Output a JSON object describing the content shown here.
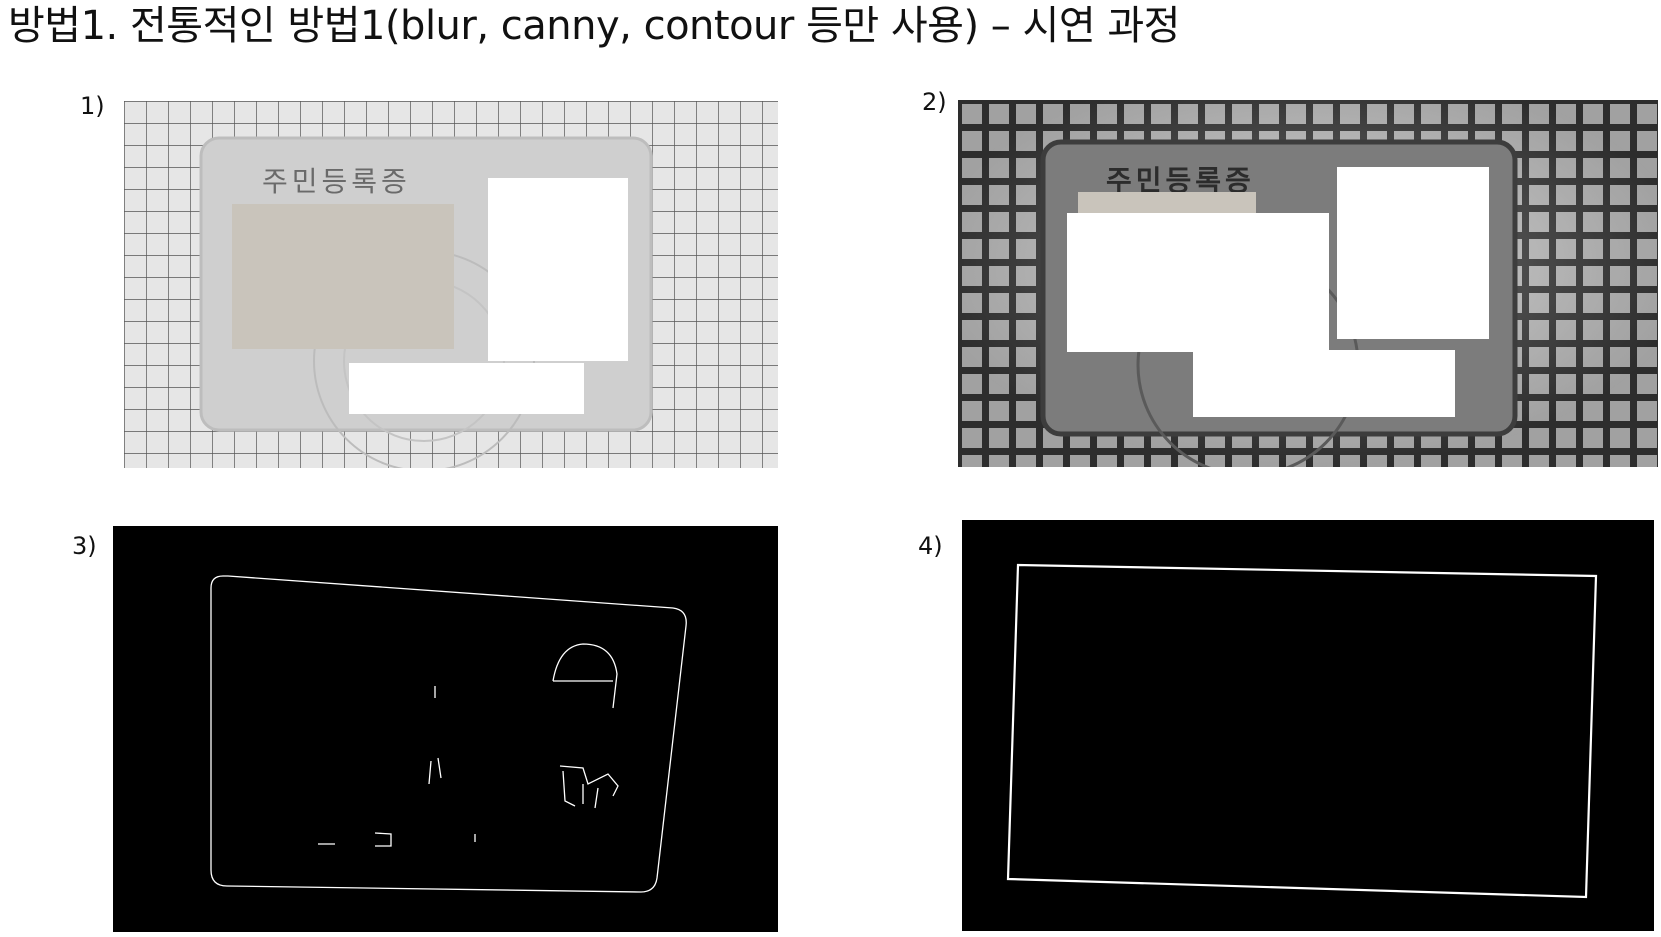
{
  "slide": {
    "title": "방법1. 전통적인 방법1(blur, canny, contour 등만 사용) – 시연 과정"
  },
  "panels": [
    {
      "label": "1)",
      "card_text": "주민등록증"
    },
    {
      "label": "2)",
      "card_text": "주민등록증"
    },
    {
      "label": "3)"
    },
    {
      "label": "4)"
    }
  ],
  "colors": {
    "background": "#ffffff",
    "grid_light": "#e4e4e4",
    "grid_dark_line": "#3a3a3a",
    "redaction_beige": "#c9c4bb",
    "redaction_white": "#ffffff",
    "edge_black": "#000000",
    "edge_line": "#ffffff"
  }
}
